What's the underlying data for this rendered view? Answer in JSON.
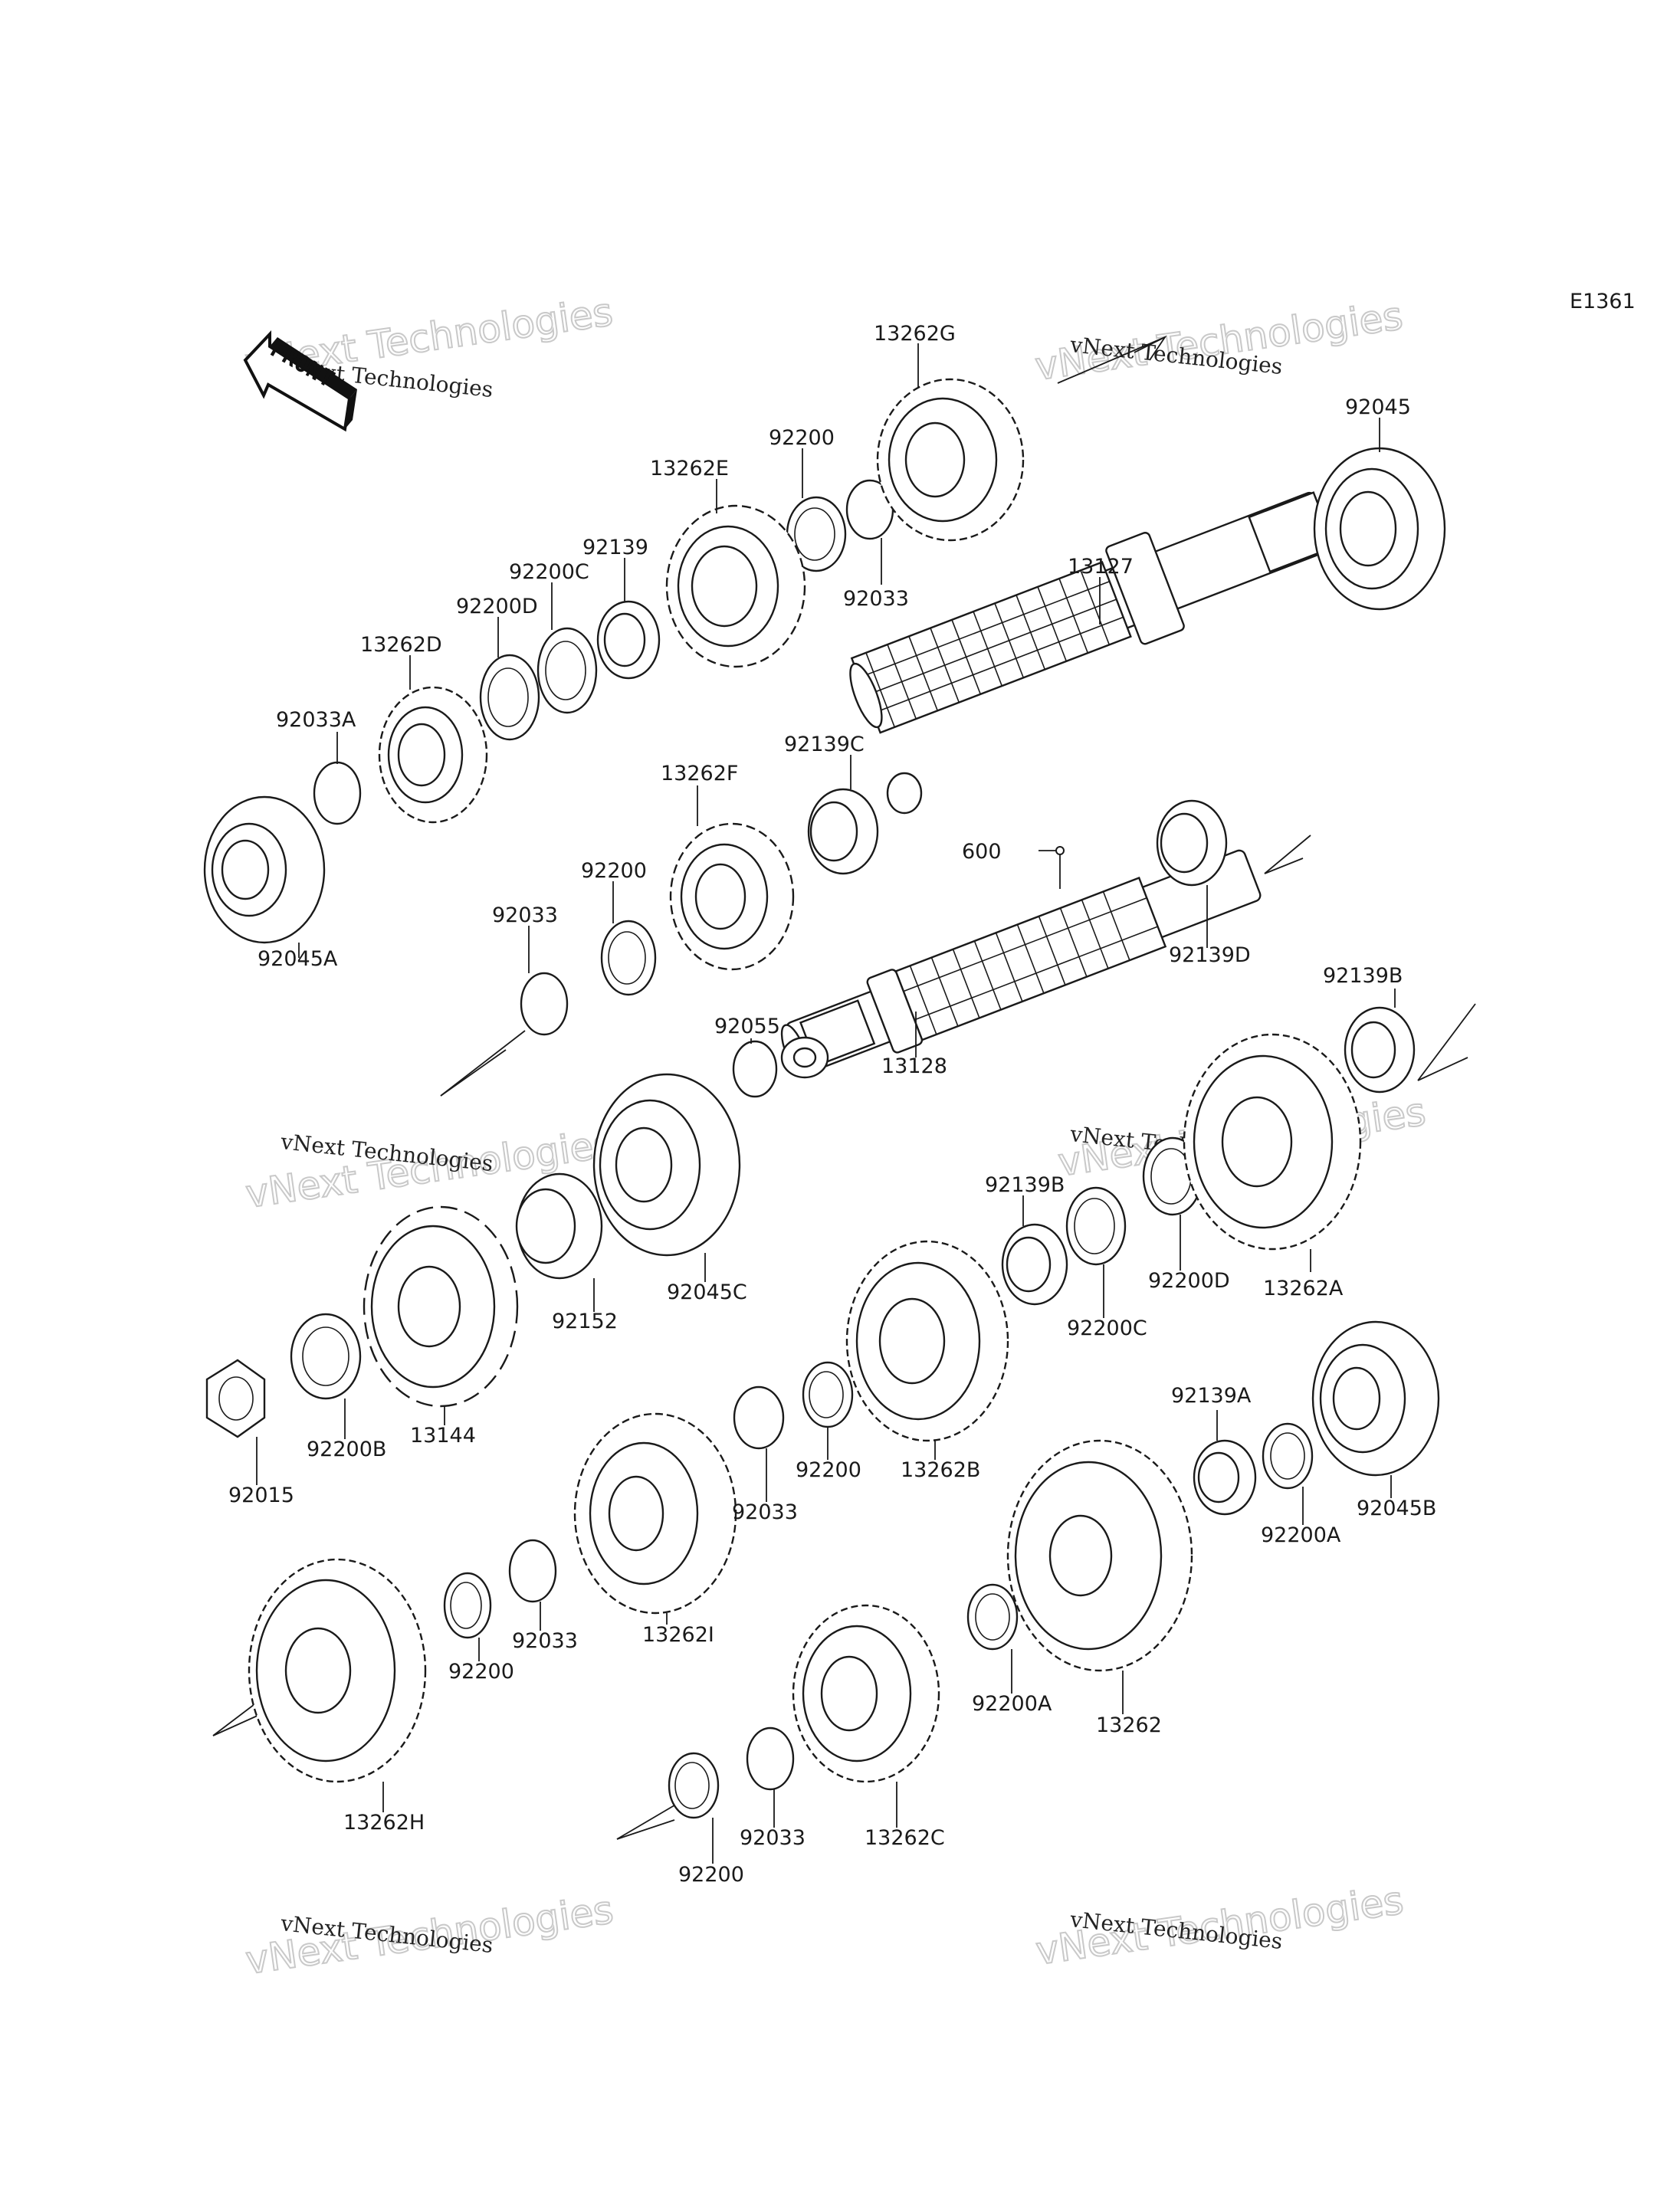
{
  "diagram": {
    "code": "E1361",
    "front_label": "FRONT",
    "watermark": {
      "line1": "vNext Technologies",
      "line2": "vNext Technologies"
    },
    "parts": [
      {
        "id": "13262G",
        "label": "13262G"
      },
      {
        "id": "92045",
        "label": "92045"
      },
      {
        "id": "92200-top",
        "label": "92200"
      },
      {
        "id": "13262E",
        "label": "13262E"
      },
      {
        "id": "92139",
        "label": "92139"
      },
      {
        "id": "92200C-top",
        "label": "92200C"
      },
      {
        "id": "92200D-top",
        "label": "92200D"
      },
      {
        "id": "13262D",
        "label": "13262D"
      },
      {
        "id": "92033A",
        "label": "92033A"
      },
      {
        "id": "92033-top",
        "label": "92033"
      },
      {
        "id": "13127",
        "label": "13127"
      },
      {
        "id": "92139C",
        "label": "92139C"
      },
      {
        "id": "13262F",
        "label": "13262F"
      },
      {
        "id": "92200-mid",
        "label": "92200"
      },
      {
        "id": "92033-mid",
        "label": "92033"
      },
      {
        "id": "92045A",
        "label": "92045A"
      },
      {
        "id": "600",
        "label": "600"
      },
      {
        "id": "92139D",
        "label": "92139D"
      },
      {
        "id": "92139B-right",
        "label": "92139B"
      },
      {
        "id": "92055",
        "label": "92055"
      },
      {
        "id": "13128",
        "label": "13128"
      },
      {
        "id": "92139B-mid",
        "label": "92139B"
      },
      {
        "id": "92200C-mid",
        "label": "92200C"
      },
      {
        "id": "92200D-mid",
        "label": "92200D"
      },
      {
        "id": "13262A",
        "label": "13262A"
      },
      {
        "id": "92152",
        "label": "92152"
      },
      {
        "id": "92045C",
        "label": "92045C"
      },
      {
        "id": "13144",
        "label": "13144"
      },
      {
        "id": "92200B",
        "label": "92200B"
      },
      {
        "id": "92015",
        "label": "92015"
      },
      {
        "id": "92033-low1",
        "label": "92033"
      },
      {
        "id": "92200-low1",
        "label": "92200"
      },
      {
        "id": "13262B",
        "label": "13262B"
      },
      {
        "id": "92139A",
        "label": "92139A"
      },
      {
        "id": "92200A-right",
        "label": "92200A"
      },
      {
        "id": "92045B",
        "label": "92045B"
      },
      {
        "id": "13262I",
        "label": "13262I"
      },
      {
        "id": "92200-low2",
        "label": "92200"
      },
      {
        "id": "92033-low2",
        "label": "92033"
      },
      {
        "id": "13262H",
        "label": "13262H"
      },
      {
        "id": "92200A-low",
        "label": "92200A"
      },
      {
        "id": "13262",
        "label": "13262"
      },
      {
        "id": "13262C",
        "label": "13262C"
      },
      {
        "id": "92033-bottom",
        "label": "92033"
      },
      {
        "id": "92200-bottom",
        "label": "92200"
      }
    ]
  }
}
